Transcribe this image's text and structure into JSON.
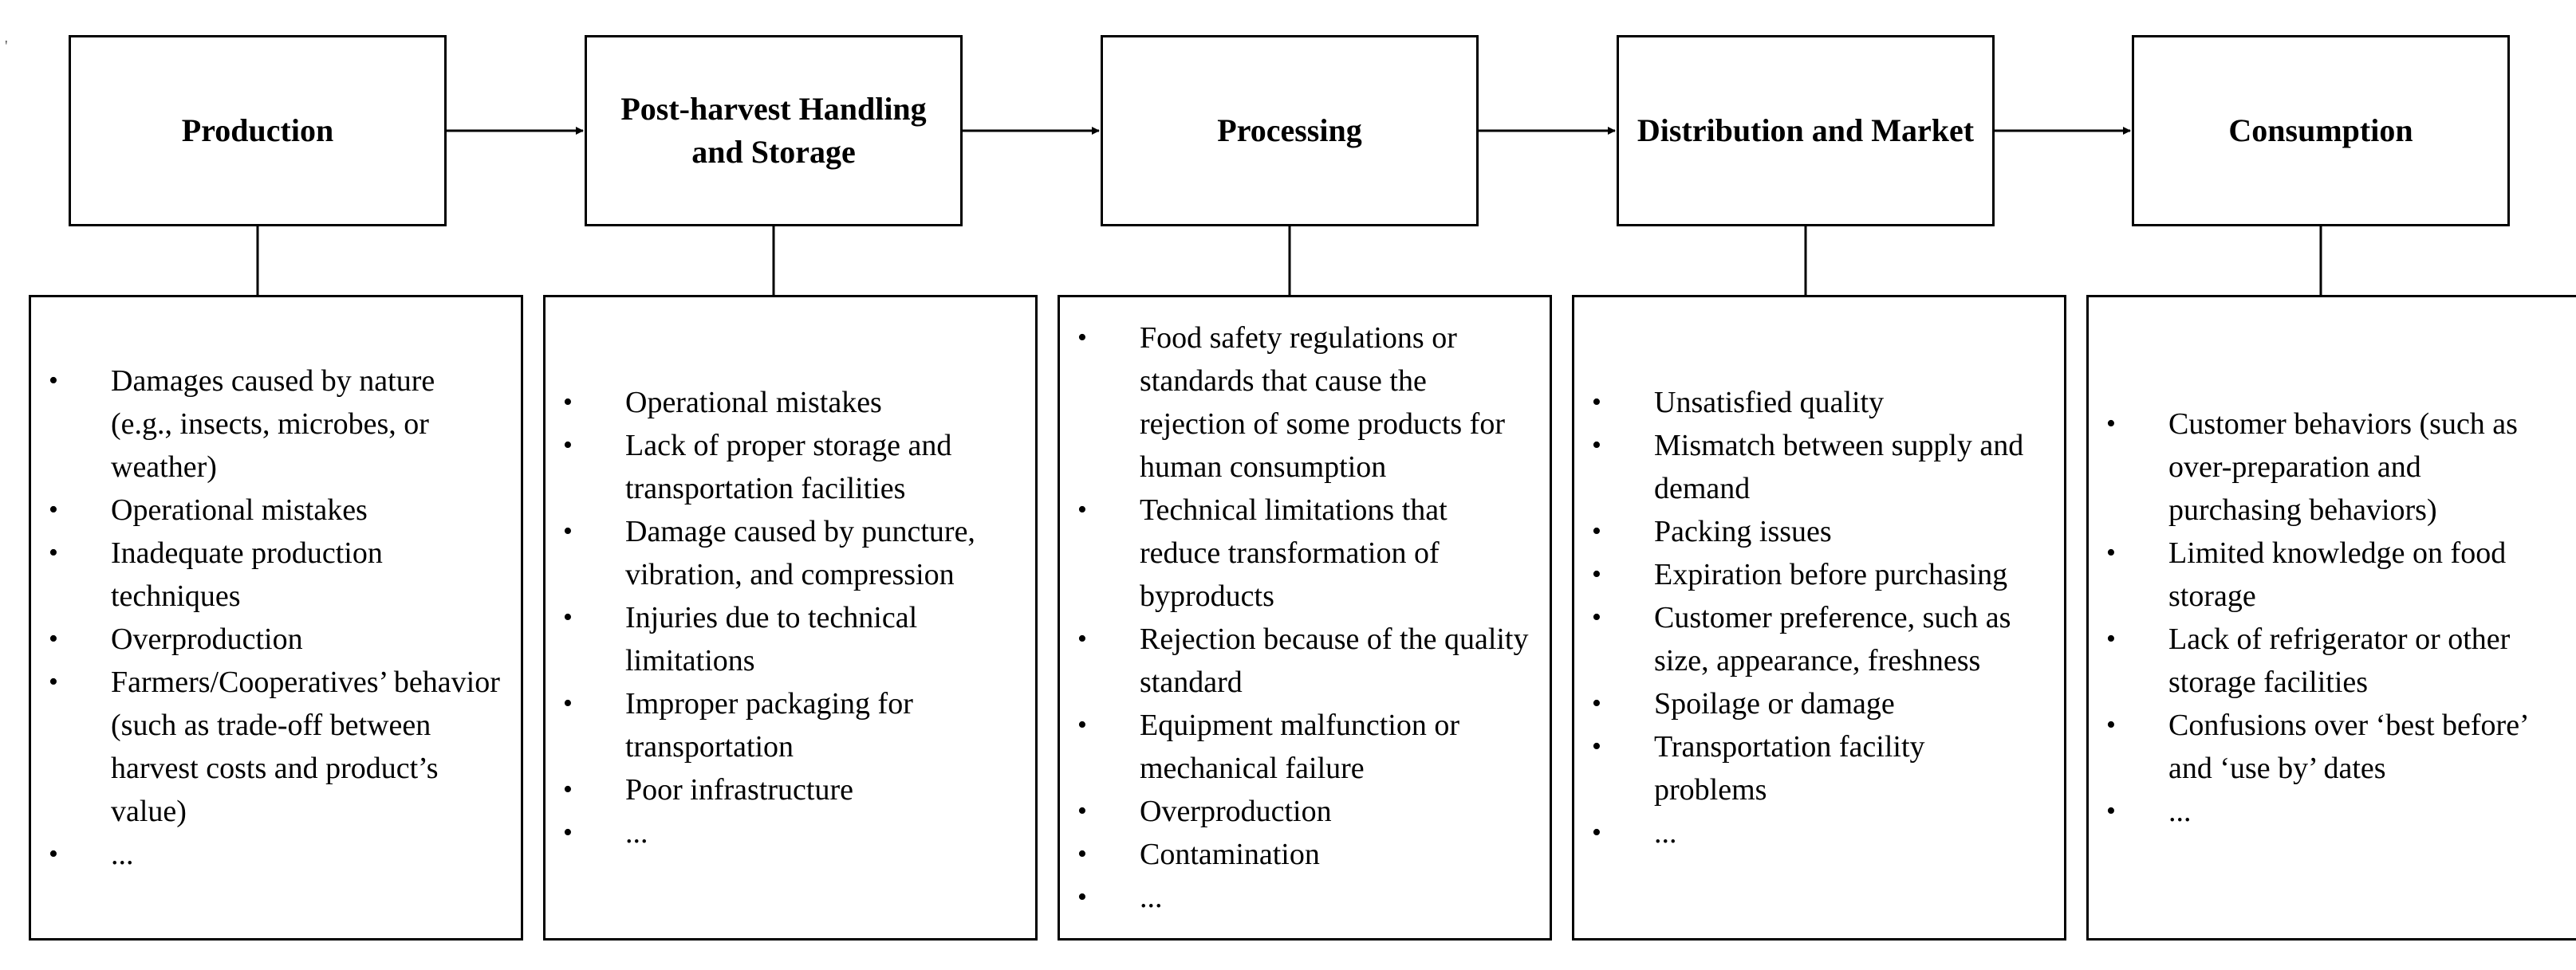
{
  "stages": [
    {
      "title": "Production",
      "items": [
        "Damages caused by nature (e.g., insects, microbes, or weather)",
        "Operational mistakes",
        "Inadequate production techniques",
        "Overproduction",
        "Farmers/Cooperatives’ behavior (such as trade-off between harvest costs and product’s value)",
        "..."
      ]
    },
    {
      "title": "Post-harvest Handling and Storage",
      "items": [
        "Operational mistakes",
        "Lack of proper storage and transportation facilities",
        "Damage caused by puncture, vibration, and compression",
        "Injuries due to technical limitations",
        "Improper packaging for transportation",
        "Poor infrastructure",
        "..."
      ]
    },
    {
      "title": "Processing",
      "items": [
        "Food safety regulations or standards that cause the rejection of some products for human consumption",
        "Technical limitations that reduce transformation of byproducts",
        "Rejection because of the quality standard",
        "Equipment malfunction or mechanical failure",
        "Overproduction",
        "Contamination",
        "..."
      ]
    },
    {
      "title": "Distribution and Market",
      "items": [
        "Unsatisfied quality",
        "Mismatch between supply and demand",
        "Packing issues",
        "Expiration before purchasing",
        "Customer preference, such as size, appearance, freshness",
        "Spoilage or damage",
        "Transportation facility problems",
        "..."
      ]
    },
    {
      "title": "Consumption",
      "items": [
        "Customer behaviors (such as over-preparation and purchasing behaviors)",
        "Limited knowledge on food storage",
        "Lack of refrigerator or other storage facilities",
        "Confusions over ‘best before’ and ‘use by’ dates",
        "..."
      ]
    }
  ],
  "bullet_glyph": "•",
  "corner_mark": "'",
  "colors": {
    "line": "#000000",
    "background": "#ffffff"
  }
}
